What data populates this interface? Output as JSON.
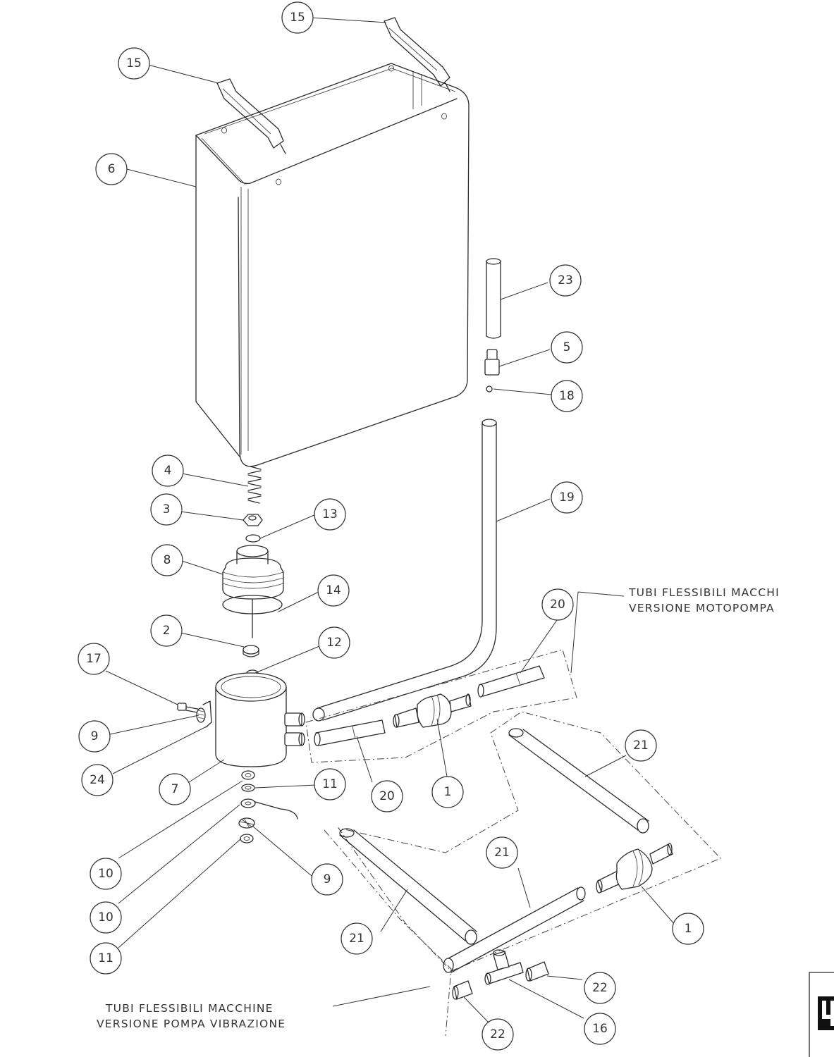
{
  "parts": [
    {
      "id": "b15a",
      "label": "15"
    },
    {
      "id": "b15b",
      "label": "15"
    },
    {
      "id": "b6",
      "label": "6"
    },
    {
      "id": "b23",
      "label": "23"
    },
    {
      "id": "b5",
      "label": "5"
    },
    {
      "id": "b18",
      "label": "18"
    },
    {
      "id": "b4",
      "label": "4"
    },
    {
      "id": "b19",
      "label": "19"
    },
    {
      "id": "b3",
      "label": "3"
    },
    {
      "id": "b13",
      "label": "13"
    },
    {
      "id": "b8",
      "label": "8"
    },
    {
      "id": "b14",
      "label": "14"
    },
    {
      "id": "b20a",
      "label": "20"
    },
    {
      "id": "b2",
      "label": "2"
    },
    {
      "id": "b12",
      "label": "12"
    },
    {
      "id": "b17",
      "label": "17"
    },
    {
      "id": "b9a",
      "label": "9"
    },
    {
      "id": "b21a",
      "label": "21"
    },
    {
      "id": "b24",
      "label": "24"
    },
    {
      "id": "b7",
      "label": "7"
    },
    {
      "id": "b11a",
      "label": "11"
    },
    {
      "id": "b20b",
      "label": "20"
    },
    {
      "id": "b1a",
      "label": "1"
    },
    {
      "id": "b21b",
      "label": "21"
    },
    {
      "id": "b10a",
      "label": "10"
    },
    {
      "id": "b9b",
      "label": "9"
    },
    {
      "id": "b10b",
      "label": "10"
    },
    {
      "id": "b1b",
      "label": "1"
    },
    {
      "id": "b21c",
      "label": "21"
    },
    {
      "id": "b11b",
      "label": "11"
    },
    {
      "id": "b22a",
      "label": "22"
    },
    {
      "id": "b16",
      "label": "16"
    },
    {
      "id": "b22b",
      "label": "22"
    }
  ],
  "notes": {
    "motopompa": {
      "line1": "TUBI FLESSIBILI MACCHI",
      "line2": "VERSIONE MOTOPOMPA"
    },
    "vibrazione": {
      "line1": "TUBI FLESSIBILI MACCHINE",
      "line2": "VERSIONE POMPA VIBRAZIONE"
    }
  },
  "colors": {
    "line": "#2a2a2a",
    "background": "#ffffff"
  }
}
